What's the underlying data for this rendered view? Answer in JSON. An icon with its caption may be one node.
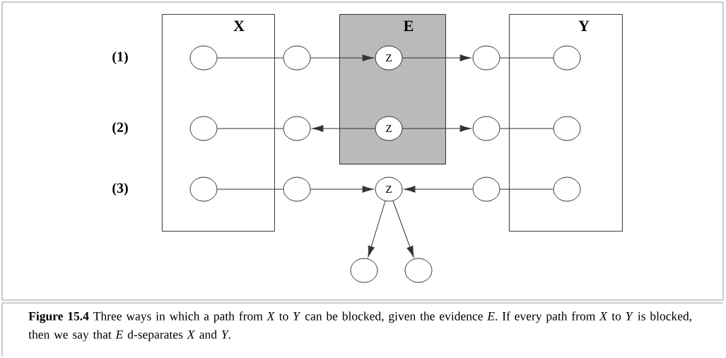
{
  "diagram": {
    "caption": "**Figure 15.4**    Three ways in which a path from *X* to *Y* can be blocked, given the evidence *E*. If every path from *X* to *Y* is blocked, then we say that *E* d-separates *X* and *Y*.",
    "nodes": [
      {
        "text": [
          "X"
        ]
      },
      {
        "text": [
          "E"
        ]
      },
      {
        "text": [
          "Y"
        ]
      },
      {
        "text": [],
        "shape": "circle",
        "in": 0
      },
      {
        "text": [],
        "shape": "circle"
      },
      {
        "text": [
          "Z"
        ],
        "in": 1
      },
      {
        "text": [],
        "shape": "circle"
      },
      {
        "text": [],
        "shape": "circle",
        "in": 2
      },
      {
        "text": [],
        "shape": "circle",
        "in": 0
      },
      {
        "text": [],
        "shape": "circle"
      },
      {
        "text": [
          "Z"
        ],
        "in": 1
      },
      {
        "text": [],
        "shape": "circle"
      },
      {
        "text": [],
        "shape": "circle",
        "in": 2
      },
      {
        "text": [],
        "shape": "circle",
        "in": 0
      },
      {
        "text": [],
        "shape": "circle"
      },
      {
        "text": [
          "Z"
        ]
      },
      {
        "text": [],
        "shape": "circle"
      },
      {
        "text": [],
        "shape": "circle",
        "in": 2
      },
      {
        "text": [],
        "shape": "circle"
      },
      {
        "text": [],
        "shape": "circle"
      }
    ],
    "edges": [
      {
        "from": 3,
        "to": 4,
        "arrow": "none"
      },
      {
        "from": 4,
        "to": 5,
        "arrow": "to"
      },
      {
        "from": 5,
        "to": 6,
        "arrow": "to"
      },
      {
        "from": 6,
        "to": 7,
        "arrow": "none"
      },
      {
        "from": 8,
        "to": 9,
        "arrow": "none"
      },
      {
        "from": 10,
        "to": 9,
        "arrow": "to"
      },
      {
        "from": 10,
        "to": 11,
        "arrow": "to"
      },
      {
        "from": 11,
        "to": 12,
        "arrow": "none"
      },
      {
        "from": 13,
        "to": 14,
        "arrow": "none"
      },
      {
        "from": 14,
        "to": 15,
        "arrow": "to"
      },
      {
        "from": 16,
        "to": 15,
        "arrow": "to"
      },
      {
        "from": 16,
        "to": 17,
        "arrow": "none"
      },
      {
        "from": 15,
        "to": 18,
        "arrow": "to"
      },
      {
        "from": 15,
        "to": 19,
        "arrow": "to"
      }
    ],
    "labels": [
      "(1)",
      "(2)",
      "(3)"
    ]
  }
}
